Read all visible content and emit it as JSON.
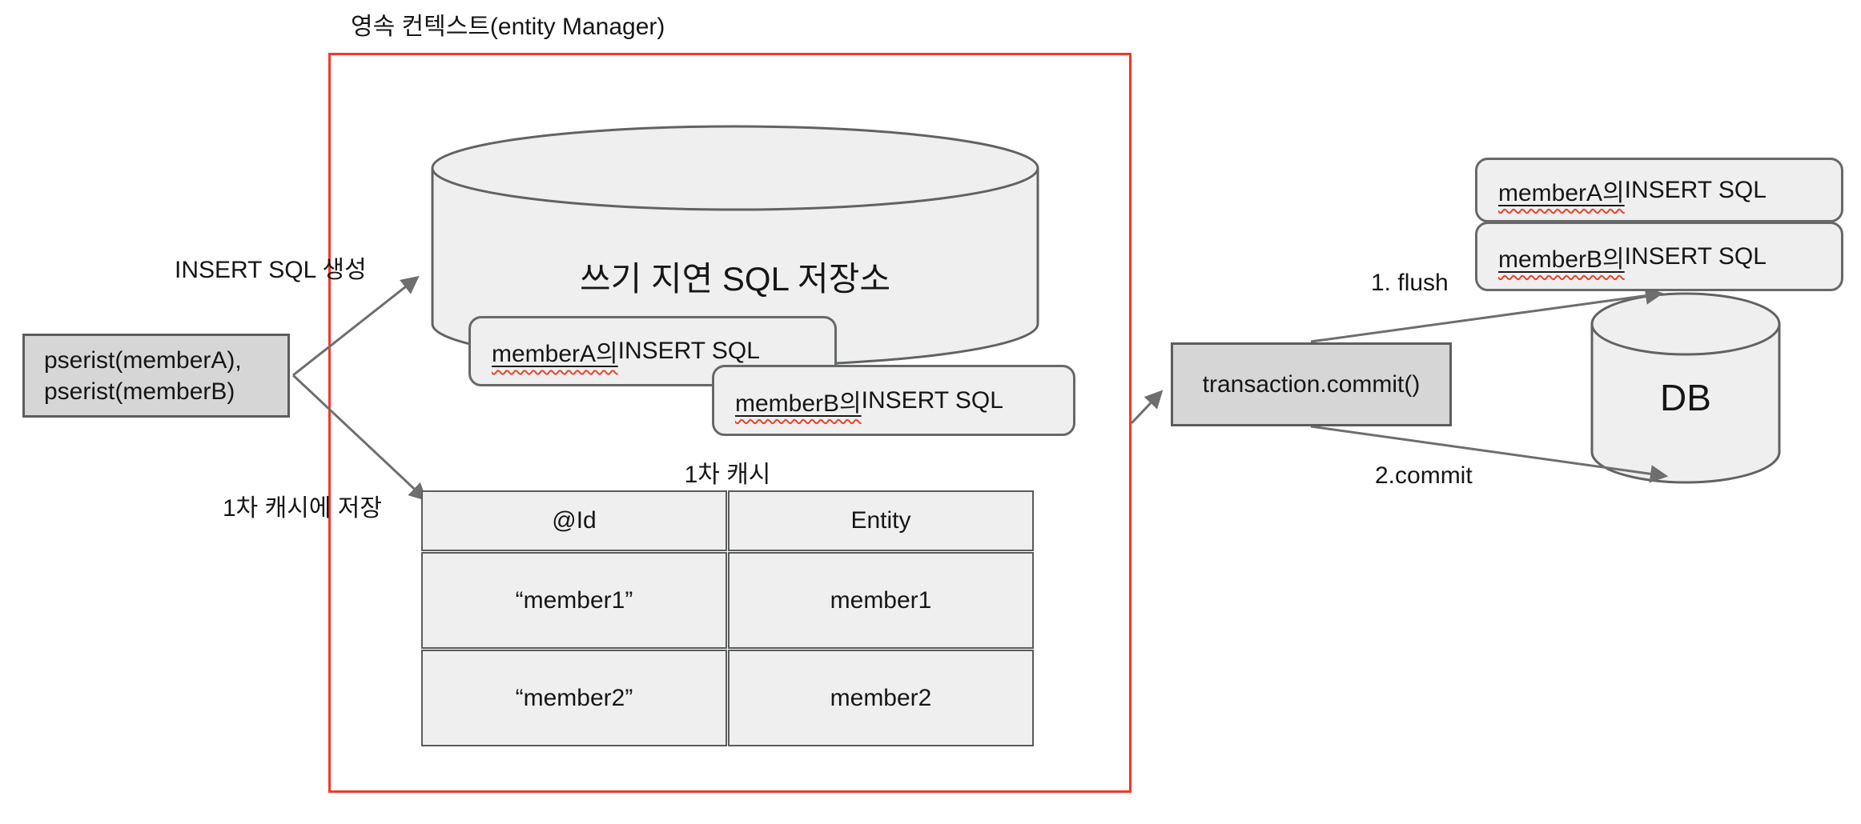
{
  "header": {
    "title": "영속 컨텍스트(entity Manager)"
  },
  "labels": {
    "insert_sql_gen": "INSERT SQL 생성",
    "save_first_cache": "1차 캐시에 저장",
    "first_cache_title": "1차 캐시",
    "flush_step": "1. flush",
    "commit_step": "2.commit"
  },
  "persist_call_box": {
    "line1": "pserist(memberA),",
    "line2": "pserist(memberB)"
  },
  "sql_store": {
    "label": "쓰기 지연 SQL 저장소"
  },
  "db": {
    "label": "DB"
  },
  "sql_items": {
    "memberA": {
      "name": "memberA의",
      "suffix": " INSERT SQL"
    },
    "memberB": {
      "name": "memberB의",
      "suffix": " INSERT SQL"
    }
  },
  "transaction_box": {
    "label": "transaction.commit()"
  },
  "cache_table": {
    "headers": [
      "@Id",
      "Entity"
    ],
    "rows": [
      [
        "“member1”",
        "member1"
      ],
      [
        "“member2”",
        "member2"
      ]
    ]
  },
  "colors": {
    "frame_red": "#f4392b",
    "shape_stroke": "#606264",
    "light_fill": "#efefef",
    "dark_fill": "#d6d6d6",
    "squiggle_red": "#e8432c",
    "arrow_gray": "#6e6e6e"
  }
}
